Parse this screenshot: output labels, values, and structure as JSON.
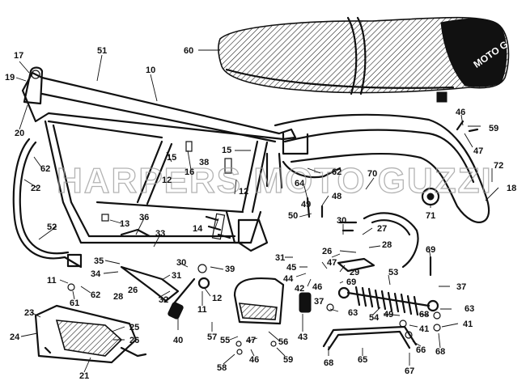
{
  "watermark": "HARPERS MOTO GUZZI",
  "seat_brand_text": "MOTO G",
  "parts": [
    {
      "id": "p17",
      "number": "17"
    },
    {
      "id": "p19",
      "number": "19"
    },
    {
      "id": "p20",
      "number": "20"
    },
    {
      "id": "p51",
      "number": "51"
    },
    {
      "id": "p10",
      "number": "10"
    },
    {
      "id": "p60",
      "number": "60"
    },
    {
      "id": "p46a",
      "number": "46"
    },
    {
      "id": "p59a",
      "number": "59"
    },
    {
      "id": "p47a",
      "number": "47"
    },
    {
      "id": "p15a",
      "number": "15"
    },
    {
      "id": "p15b",
      "number": "15"
    },
    {
      "id": "p38",
      "number": "38"
    },
    {
      "id": "p16",
      "number": "16"
    },
    {
      "id": "p12a",
      "number": "12"
    },
    {
      "id": "p12b",
      "number": "12"
    },
    {
      "id": "p62a",
      "number": "62"
    },
    {
      "id": "p22",
      "number": "22"
    },
    {
      "id": "p62b",
      "number": "62"
    },
    {
      "id": "p70",
      "number": "70"
    },
    {
      "id": "p72",
      "number": "72"
    },
    {
      "id": "p18",
      "number": "18"
    },
    {
      "id": "p64",
      "number": "64"
    },
    {
      "id": "p48a",
      "number": "48"
    },
    {
      "id": "p71",
      "number": "71"
    },
    {
      "id": "p30a",
      "number": "30"
    },
    {
      "id": "p49a",
      "number": "49"
    },
    {
      "id": "p50",
      "number": "50"
    },
    {
      "id": "p52",
      "number": "52"
    },
    {
      "id": "p36",
      "number": "36"
    },
    {
      "id": "p13",
      "number": "13"
    },
    {
      "id": "p14",
      "number": "14"
    },
    {
      "id": "p27",
      "number": "27"
    },
    {
      "id": "p28a",
      "number": "28"
    },
    {
      "id": "p33",
      "number": "33"
    },
    {
      "id": "p26a",
      "number": "26"
    },
    {
      "id": "p31a",
      "number": "31"
    },
    {
      "id": "p69a",
      "number": "69"
    },
    {
      "id": "p35",
      "number": "35"
    },
    {
      "id": "p30b",
      "number": "30"
    },
    {
      "id": "p34",
      "number": "34"
    },
    {
      "id": "p31b",
      "number": "31"
    },
    {
      "id": "p39",
      "number": "39"
    },
    {
      "id": "p29",
      "number": "29"
    },
    {
      "id": "p47b",
      "number": "47"
    },
    {
      "id": "p45",
      "number": "45"
    },
    {
      "id": "p44",
      "number": "44"
    },
    {
      "id": "p28b",
      "number": "28"
    },
    {
      "id": "p26b",
      "number": "26"
    },
    {
      "id": "p69b",
      "number": "69"
    },
    {
      "id": "p53",
      "number": "53"
    },
    {
      "id": "p37a",
      "number": "37"
    },
    {
      "id": "p11a",
      "number": "11"
    },
    {
      "id": "p62c",
      "number": "62"
    },
    {
      "id": "p61",
      "number": "61"
    },
    {
      "id": "p32",
      "number": "32"
    },
    {
      "id": "p12c",
      "number": "12"
    },
    {
      "id": "p42",
      "number": "42"
    },
    {
      "id": "p46b",
      "number": "46"
    },
    {
      "id": "p37b",
      "number": "37"
    },
    {
      "id": "p63a",
      "number": "63"
    },
    {
      "id": "p54",
      "number": "54"
    },
    {
      "id": "p49b",
      "number": "49"
    },
    {
      "id": "p68a",
      "number": "68"
    },
    {
      "id": "p63b",
      "number": "63"
    },
    {
      "id": "p11b",
      "number": "11"
    },
    {
      "id": "p40",
      "number": "40"
    },
    {
      "id": "p41a",
      "number": "41"
    },
    {
      "id": "p41b",
      "number": "41"
    },
    {
      "id": "p23",
      "number": "23"
    },
    {
      "id": "p25",
      "number": "25"
    },
    {
      "id": "p24",
      "number": "24"
    },
    {
      "id": "p26c",
      "number": "26"
    },
    {
      "id": "p57",
      "number": "57"
    },
    {
      "id": "p55",
      "number": "55"
    },
    {
      "id": "p47c",
      "number": "47"
    },
    {
      "id": "p56",
      "number": "56"
    },
    {
      "id": "p43",
      "number": "43"
    },
    {
      "id": "p68b",
      "number": "68"
    },
    {
      "id": "p65",
      "number": "65"
    },
    {
      "id": "p66",
      "number": "66"
    },
    {
      "id": "p68c",
      "number": "68"
    },
    {
      "id": "p46c",
      "number": "46"
    },
    {
      "id": "p59b",
      "number": "59"
    },
    {
      "id": "p58",
      "number": "58"
    },
    {
      "id": "p67",
      "number": "67"
    },
    {
      "id": "p21",
      "number": "21"
    }
  ]
}
